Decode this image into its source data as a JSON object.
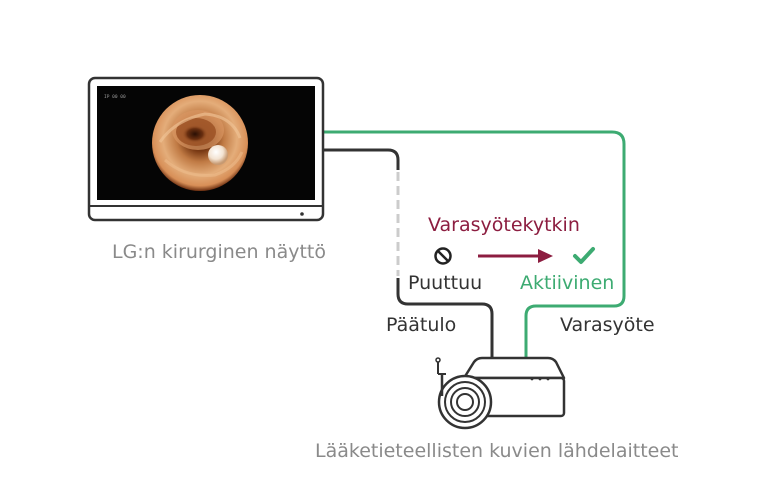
{
  "monitor": {
    "label": "LG:n kirurginen näyttö",
    "screen_overlay_text": "IP 00 00"
  },
  "source": {
    "label": "Lääketieteellisten kuvien lähdelaitteet"
  },
  "connections": {
    "main_input_label": "Päätulo",
    "backup_input_label": "Varasyöte",
    "main_status": "Puuttuu",
    "backup_status": "Aktiivinen",
    "switch_label": "Varasyötekytkin"
  },
  "colors": {
    "main_cable": "#333333",
    "backup_cable": "#3dab72",
    "missing_segment": "#cccccc",
    "switch_arrow": "#8c1d40",
    "status_missing_icon": "#222222",
    "status_active_icon": "#3dab72",
    "muted_text": "#8a8a8a"
  },
  "icons": {
    "main_status_icon": "no-entry-icon",
    "backup_status_icon": "check-icon",
    "switch_arrow_icon": "arrow-right-icon"
  }
}
